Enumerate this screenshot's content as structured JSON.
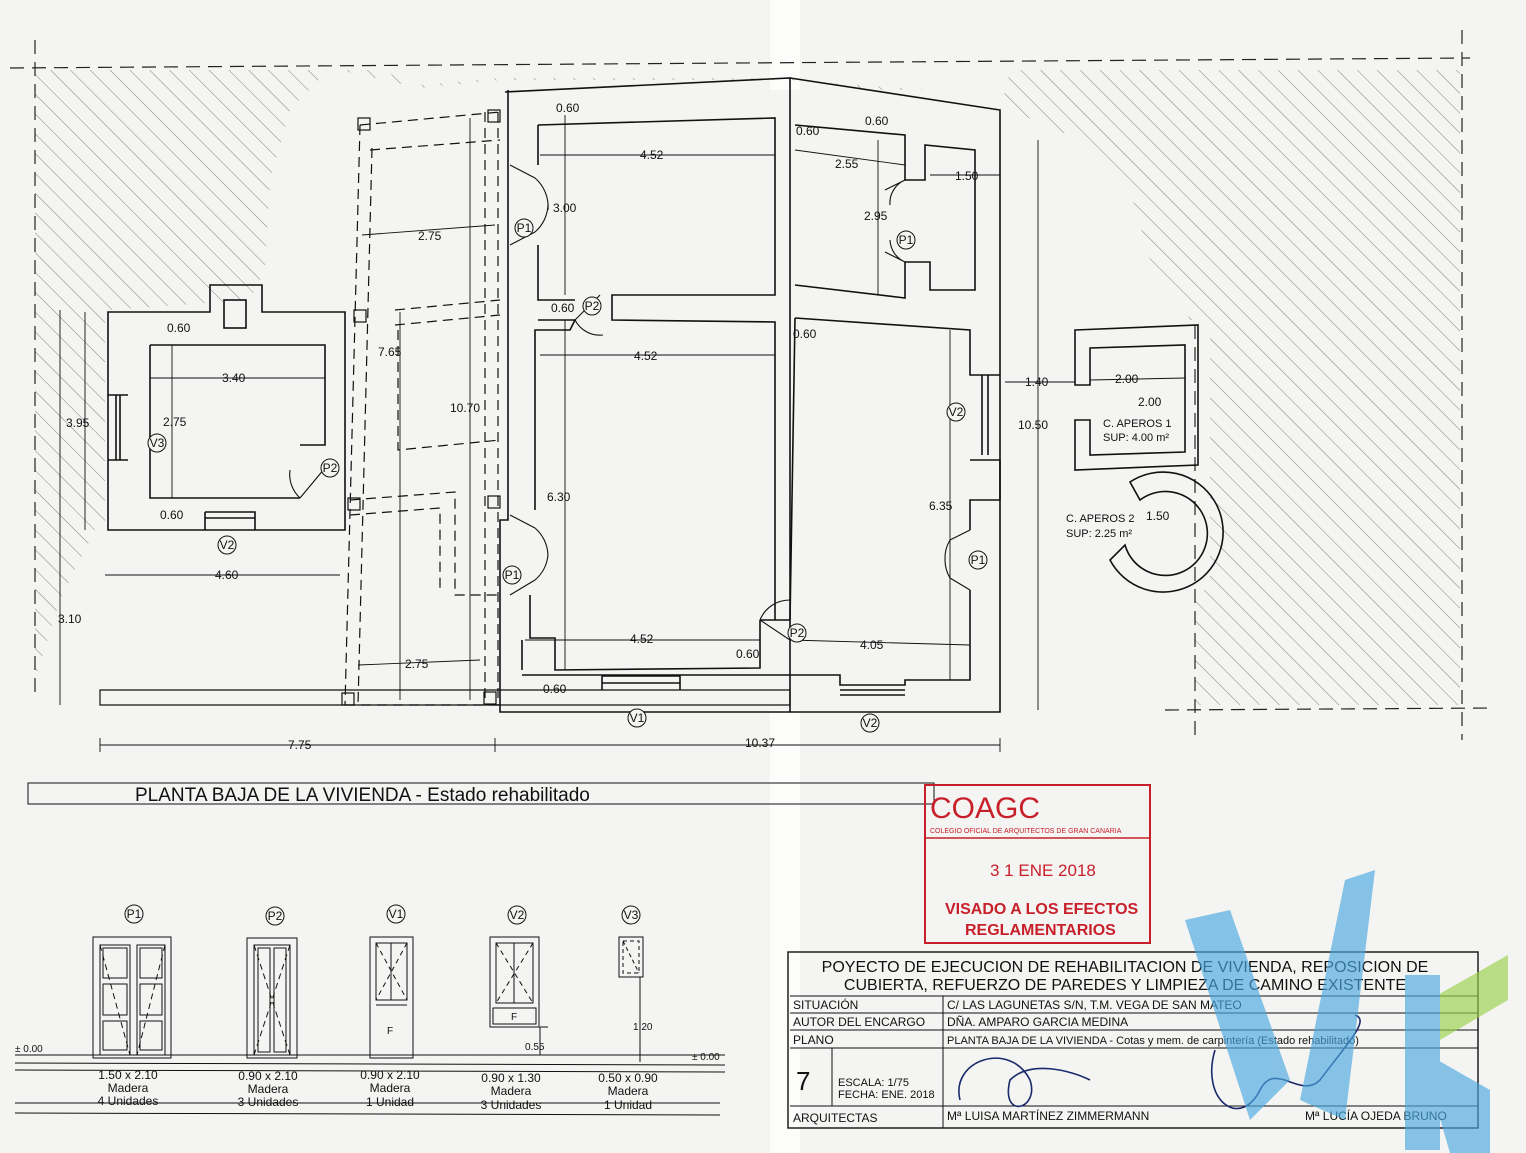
{
  "colors": {
    "ink": "#111111",
    "stamp": "#c8202b",
    "paper": "#f4f4f2",
    "logo_blue": "#4aa8e0",
    "logo_green": "#9bd24a"
  },
  "plan": {
    "title": "PLANTA BAJA DE LA VIVIENDA - Estado rehabilitado",
    "dims": {
      "d060a": "0.60",
      "d452a": "4.52",
      "d060b": "0.60",
      "d060c": "0.60",
      "d255": "2.55",
      "d150a": "1.50",
      "d300": "3.00",
      "d295": "2.95",
      "d275a": "2.75",
      "d060d": "0.60",
      "d452b": "4.52",
      "d060e": "0.60",
      "d060f": "0.60",
      "d340": "3.40",
      "d765": "7.65",
      "d1070": "10.70",
      "d140": "1.40",
      "d200a": "2.00",
      "d200b": "2.00",
      "d1050": "10.50",
      "d395": "3.95",
      "d275b": "2.75",
      "d060g": "0.60",
      "d630": "6.30",
      "d635": "6.35",
      "d150b": "1.50",
      "d460": "4.60",
      "d310": "3.10",
      "d452c": "4.52",
      "d060h": "0.60",
      "d405": "4.05",
      "d275c": "2.75",
      "d060i": "0.60",
      "d775": "7.75",
      "d1037": "10.37"
    },
    "tags": {
      "p1": "P1",
      "p2": "P2",
      "v1": "V1",
      "v2": "V2",
      "v3": "V3"
    },
    "aperos1_name": "C. APEROS 1",
    "aperos1_sup": "SUP: 4.00 m²",
    "aperos2_name": "C. APEROS 2",
    "aperos2_sup": "SUP: 2.25 m²"
  },
  "carpentry": {
    "level_left": "± 0.00",
    "level_right": "± 0.00",
    "fixed_mark": "F",
    "v2_sill": "0.55",
    "v3_sill": "1.20",
    "items": [
      {
        "tag": "P1",
        "size": "1.50 x 2.10",
        "material": "Madera",
        "units": "4 Unidades"
      },
      {
        "tag": "P2",
        "size": "0.90 x 2.10",
        "material": "Madera",
        "units": "3 Unidades"
      },
      {
        "tag": "V1",
        "size": "0.90 x 2.10",
        "material": "Madera",
        "units": "1 Unidad"
      },
      {
        "tag": "V2",
        "size": "0.90 x 1.30",
        "material": "Madera",
        "units": "3 Unidades"
      },
      {
        "tag": "V3",
        "size": "0.50 x 0.90",
        "material": "Madera",
        "units": "1 Unidad"
      }
    ]
  },
  "stamp": {
    "org": "COAGC",
    "org_full": "COLEGIO OFICIAL DE ARQUITECTOS DE GRAN CANARIA",
    "date": "3 1 ENE 2018",
    "line1": "VISADO A LOS EFECTOS",
    "line2": "REGLAMENTARIOS"
  },
  "title_block": {
    "project_l1": "POYECTO DE EJECUCION DE REHABILITACION DE VIVIENDA, REPOSICION DE",
    "project_l2": "CUBIERTA, REFUERZO DE PAREDES Y LIMPIEZA DE CAMINO EXISTENTE",
    "situacion_label": "SITUACIÓN",
    "situacion": "C/ LAS LAGUNETAS S/N, T.M. VEGA DE SAN MATEO",
    "autor_label": "AUTOR DEL ENCARGO",
    "autor": "DÑA. AMPARO GARCIA MEDINA",
    "plano_label": "PLANO",
    "plano": "PLANTA BAJA DE LA VIVIENDA - Cotas y mem. de carpintería (Estado rehabilitado)",
    "number": "7",
    "escala": "ESCALA: 1/75",
    "fecha": "FECHA: ENE. 2018",
    "arquitectas_label": "ARQUITECTAS",
    "arq1": "Mª LUISA MARTÍNEZ ZIMMERMANN",
    "arq2": "Mª LUCÍA OJEDA BRUNO"
  }
}
